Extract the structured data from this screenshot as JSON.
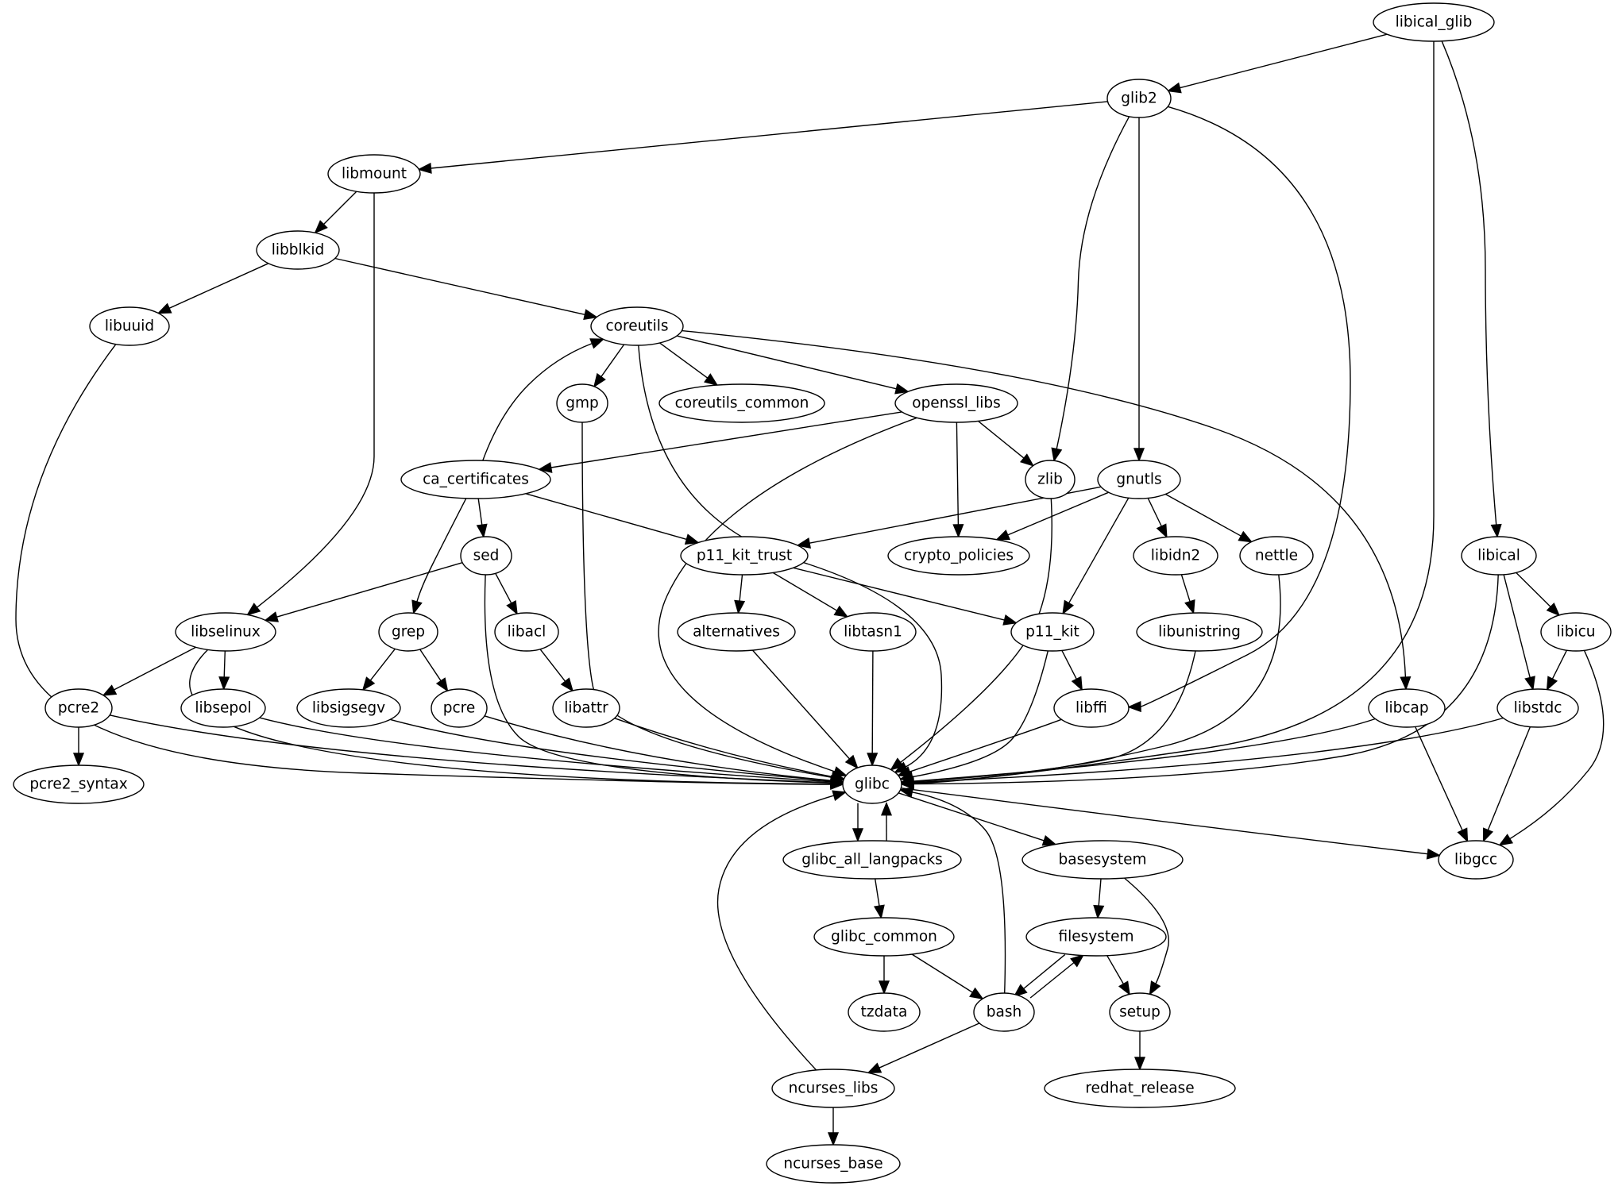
{
  "diagram": {
    "type": "directed-graph",
    "title": "package dependency graph",
    "colors": {
      "background": "#ffffff",
      "stroke": "#000000",
      "text": "#000000"
    },
    "nodes": [
      {
        "id": "libical_glib",
        "label": "libical_glib"
      },
      {
        "id": "glib2",
        "label": "glib2"
      },
      {
        "id": "libmount",
        "label": "libmount"
      },
      {
        "id": "libblkid",
        "label": "libblkid"
      },
      {
        "id": "libuuid",
        "label": "libuuid"
      },
      {
        "id": "coreutils",
        "label": "coreutils"
      },
      {
        "id": "gmp",
        "label": "gmp"
      },
      {
        "id": "coreutils_common",
        "label": "coreutils_common"
      },
      {
        "id": "openssl_libs",
        "label": "openssl_libs"
      },
      {
        "id": "ca_certificates",
        "label": "ca_certificates"
      },
      {
        "id": "zlib",
        "label": "zlib"
      },
      {
        "id": "gnutls",
        "label": "gnutls"
      },
      {
        "id": "sed",
        "label": "sed"
      },
      {
        "id": "p11_kit_trust",
        "label": "p11_kit_trust"
      },
      {
        "id": "crypto_policies",
        "label": "crypto_policies"
      },
      {
        "id": "libidn2",
        "label": "libidn2"
      },
      {
        "id": "nettle",
        "label": "nettle"
      },
      {
        "id": "libical",
        "label": "libical"
      },
      {
        "id": "libselinux",
        "label": "libselinux"
      },
      {
        "id": "grep",
        "label": "grep"
      },
      {
        "id": "libacl",
        "label": "libacl"
      },
      {
        "id": "alternatives",
        "label": "alternatives"
      },
      {
        "id": "libtasn1",
        "label": "libtasn1"
      },
      {
        "id": "p11_kit",
        "label": "p11_kit"
      },
      {
        "id": "libunistring",
        "label": "libunistring"
      },
      {
        "id": "libicu",
        "label": "libicu"
      },
      {
        "id": "pcre2",
        "label": "pcre2"
      },
      {
        "id": "libsepol",
        "label": "libsepol"
      },
      {
        "id": "libsigsegv",
        "label": "libsigsegv"
      },
      {
        "id": "pcre",
        "label": "pcre"
      },
      {
        "id": "libattr",
        "label": "libattr"
      },
      {
        "id": "libffi",
        "label": "libffi"
      },
      {
        "id": "libcap",
        "label": "libcap"
      },
      {
        "id": "libstdc",
        "label": "libstdc"
      },
      {
        "id": "pcre2_syntax",
        "label": "pcre2_syntax"
      },
      {
        "id": "glibc",
        "label": "glibc"
      },
      {
        "id": "glibc_all_langpacks",
        "label": "glibc_all_langpacks"
      },
      {
        "id": "basesystem",
        "label": "basesystem"
      },
      {
        "id": "libgcc",
        "label": "libgcc"
      },
      {
        "id": "glibc_common",
        "label": "glibc_common"
      },
      {
        "id": "filesystem",
        "label": "filesystem"
      },
      {
        "id": "tzdata",
        "label": "tzdata"
      },
      {
        "id": "bash",
        "label": "bash"
      },
      {
        "id": "setup",
        "label": "setup"
      },
      {
        "id": "ncurses_libs",
        "label": "ncurses_libs"
      },
      {
        "id": "redhat_release",
        "label": "redhat_release"
      },
      {
        "id": "ncurses_base",
        "label": "ncurses_base"
      }
    ],
    "edges": [
      [
        "libical_glib",
        "glib2"
      ],
      [
        "libical_glib",
        "glibc"
      ],
      [
        "libical_glib",
        "libical"
      ],
      [
        "glib2",
        "libmount"
      ],
      [
        "glib2",
        "zlib"
      ],
      [
        "glib2",
        "gnutls"
      ],
      [
        "glib2",
        "libffi"
      ],
      [
        "libmount",
        "libblkid"
      ],
      [
        "libmount",
        "libselinux"
      ],
      [
        "libblkid",
        "libuuid"
      ],
      [
        "libblkid",
        "coreutils"
      ],
      [
        "libuuid",
        "glibc"
      ],
      [
        "coreutils",
        "gmp"
      ],
      [
        "coreutils",
        "coreutils_common"
      ],
      [
        "coreutils",
        "openssl_libs"
      ],
      [
        "coreutils",
        "glibc"
      ],
      [
        "coreutils",
        "libcap"
      ],
      [
        "ca_certificates",
        "coreutils"
      ],
      [
        "ca_certificates",
        "sed"
      ],
      [
        "ca_certificates",
        "grep"
      ],
      [
        "ca_certificates",
        "p11_kit_trust"
      ],
      [
        "gmp",
        "glibc"
      ],
      [
        "openssl_libs",
        "ca_certificates"
      ],
      [
        "openssl_libs",
        "crypto_policies"
      ],
      [
        "openssl_libs",
        "zlib"
      ],
      [
        "openssl_libs",
        "glibc"
      ],
      [
        "zlib",
        "glibc"
      ],
      [
        "gnutls",
        "p11_kit_trust"
      ],
      [
        "gnutls",
        "crypto_policies"
      ],
      [
        "gnutls",
        "libidn2"
      ],
      [
        "gnutls",
        "nettle"
      ],
      [
        "gnutls",
        "p11_kit"
      ],
      [
        "sed",
        "libselinux"
      ],
      [
        "sed",
        "libacl"
      ],
      [
        "sed",
        "glibc"
      ],
      [
        "p11_kit_trust",
        "alternatives"
      ],
      [
        "p11_kit_trust",
        "libtasn1"
      ],
      [
        "p11_kit_trust",
        "p11_kit"
      ],
      [
        "libidn2",
        "libunistring"
      ],
      [
        "nettle",
        "glibc"
      ],
      [
        "libical",
        "libicu"
      ],
      [
        "libical",
        "libstdc"
      ],
      [
        "libical",
        "glibc"
      ],
      [
        "libselinux",
        "pcre2"
      ],
      [
        "libselinux",
        "libsepol"
      ],
      [
        "libselinux",
        "glibc"
      ],
      [
        "grep",
        "libsigsegv"
      ],
      [
        "grep",
        "pcre"
      ],
      [
        "libacl",
        "libattr"
      ],
      [
        "alternatives",
        "glibc"
      ],
      [
        "libtasn1",
        "glibc"
      ],
      [
        "p11_kit",
        "libffi"
      ],
      [
        "p11_kit",
        "glibc"
      ],
      [
        "libunistring",
        "glibc"
      ],
      [
        "libicu",
        "libstdc"
      ],
      [
        "libicu",
        "libgcc"
      ],
      [
        "pcre2",
        "pcre2_syntax"
      ],
      [
        "pcre2",
        "glibc"
      ],
      [
        "libsepol",
        "glibc"
      ],
      [
        "libsigsegv",
        "glibc"
      ],
      [
        "pcre",
        "glibc"
      ],
      [
        "libattr",
        "glibc"
      ],
      [
        "libffi",
        "glibc"
      ],
      [
        "libcap",
        "glibc"
      ],
      [
        "libcap",
        "libgcc"
      ],
      [
        "libstdc",
        "glibc"
      ],
      [
        "libstdc",
        "libgcc"
      ],
      [
        "glibc",
        "glibc_all_langpacks"
      ],
      [
        "glibc_all_langpacks",
        "glibc"
      ],
      [
        "glibc",
        "basesystem"
      ],
      [
        "glibc",
        "libgcc"
      ],
      [
        "glibc_all_langpacks",
        "glibc_common"
      ],
      [
        "glibc_common",
        "tzdata"
      ],
      [
        "glibc_common",
        "bash"
      ],
      [
        "basesystem",
        "filesystem"
      ],
      [
        "basesystem",
        "setup"
      ],
      [
        "filesystem",
        "bash"
      ],
      [
        "bash",
        "filesystem"
      ],
      [
        "filesystem",
        "setup"
      ],
      [
        "bash",
        "glibc"
      ],
      [
        "bash",
        "ncurses_libs"
      ],
      [
        "setup",
        "redhat_release"
      ],
      [
        "ncurses_libs",
        "glibc"
      ],
      [
        "ncurses_libs",
        "ncurses_base"
      ]
    ]
  }
}
